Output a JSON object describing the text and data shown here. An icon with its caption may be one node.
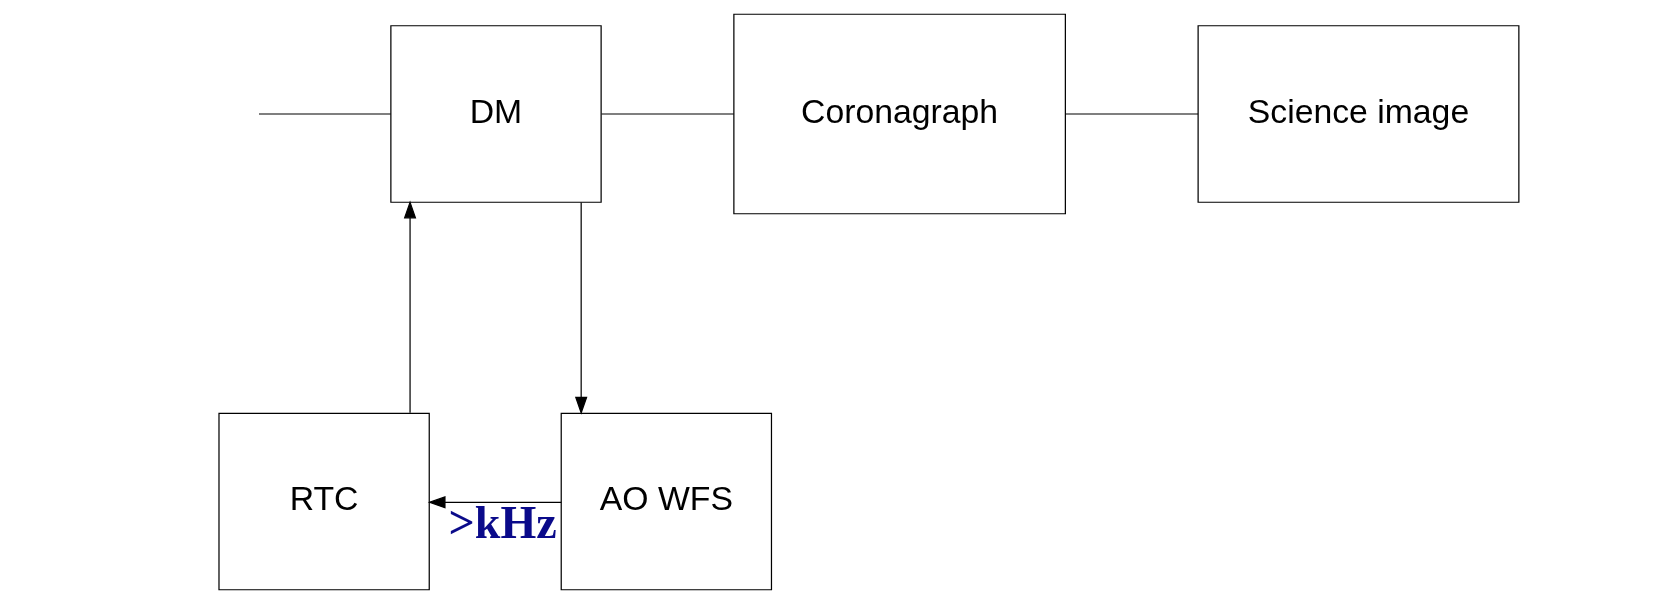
{
  "diagram": {
    "nodes": [
      {
        "text": [
          "DM"
        ]
      },
      {
        "text": [
          "Coronagraph"
        ]
      },
      {
        "text": [
          "Science image"
        ]
      },
      {
        "text": [
          "RTC"
        ]
      },
      {
        "text": [
          "AO WFS"
        ]
      }
    ],
    "edges": [
      {
        "from": null,
        "to": 0,
        "arrow": "none"
      },
      {
        "from": 0,
        "to": 1,
        "arrow": "none"
      },
      {
        "from": 0,
        "to": 4,
        "arrow": "to"
      },
      {
        "from": 1,
        "to": 2,
        "arrow": "none"
      },
      {
        "from": 4,
        "to": 3,
        "arrow": "to",
        "label": ">kHz"
      },
      {
        "from": 3,
        "to": 0,
        "arrow": "to"
      }
    ]
  }
}
